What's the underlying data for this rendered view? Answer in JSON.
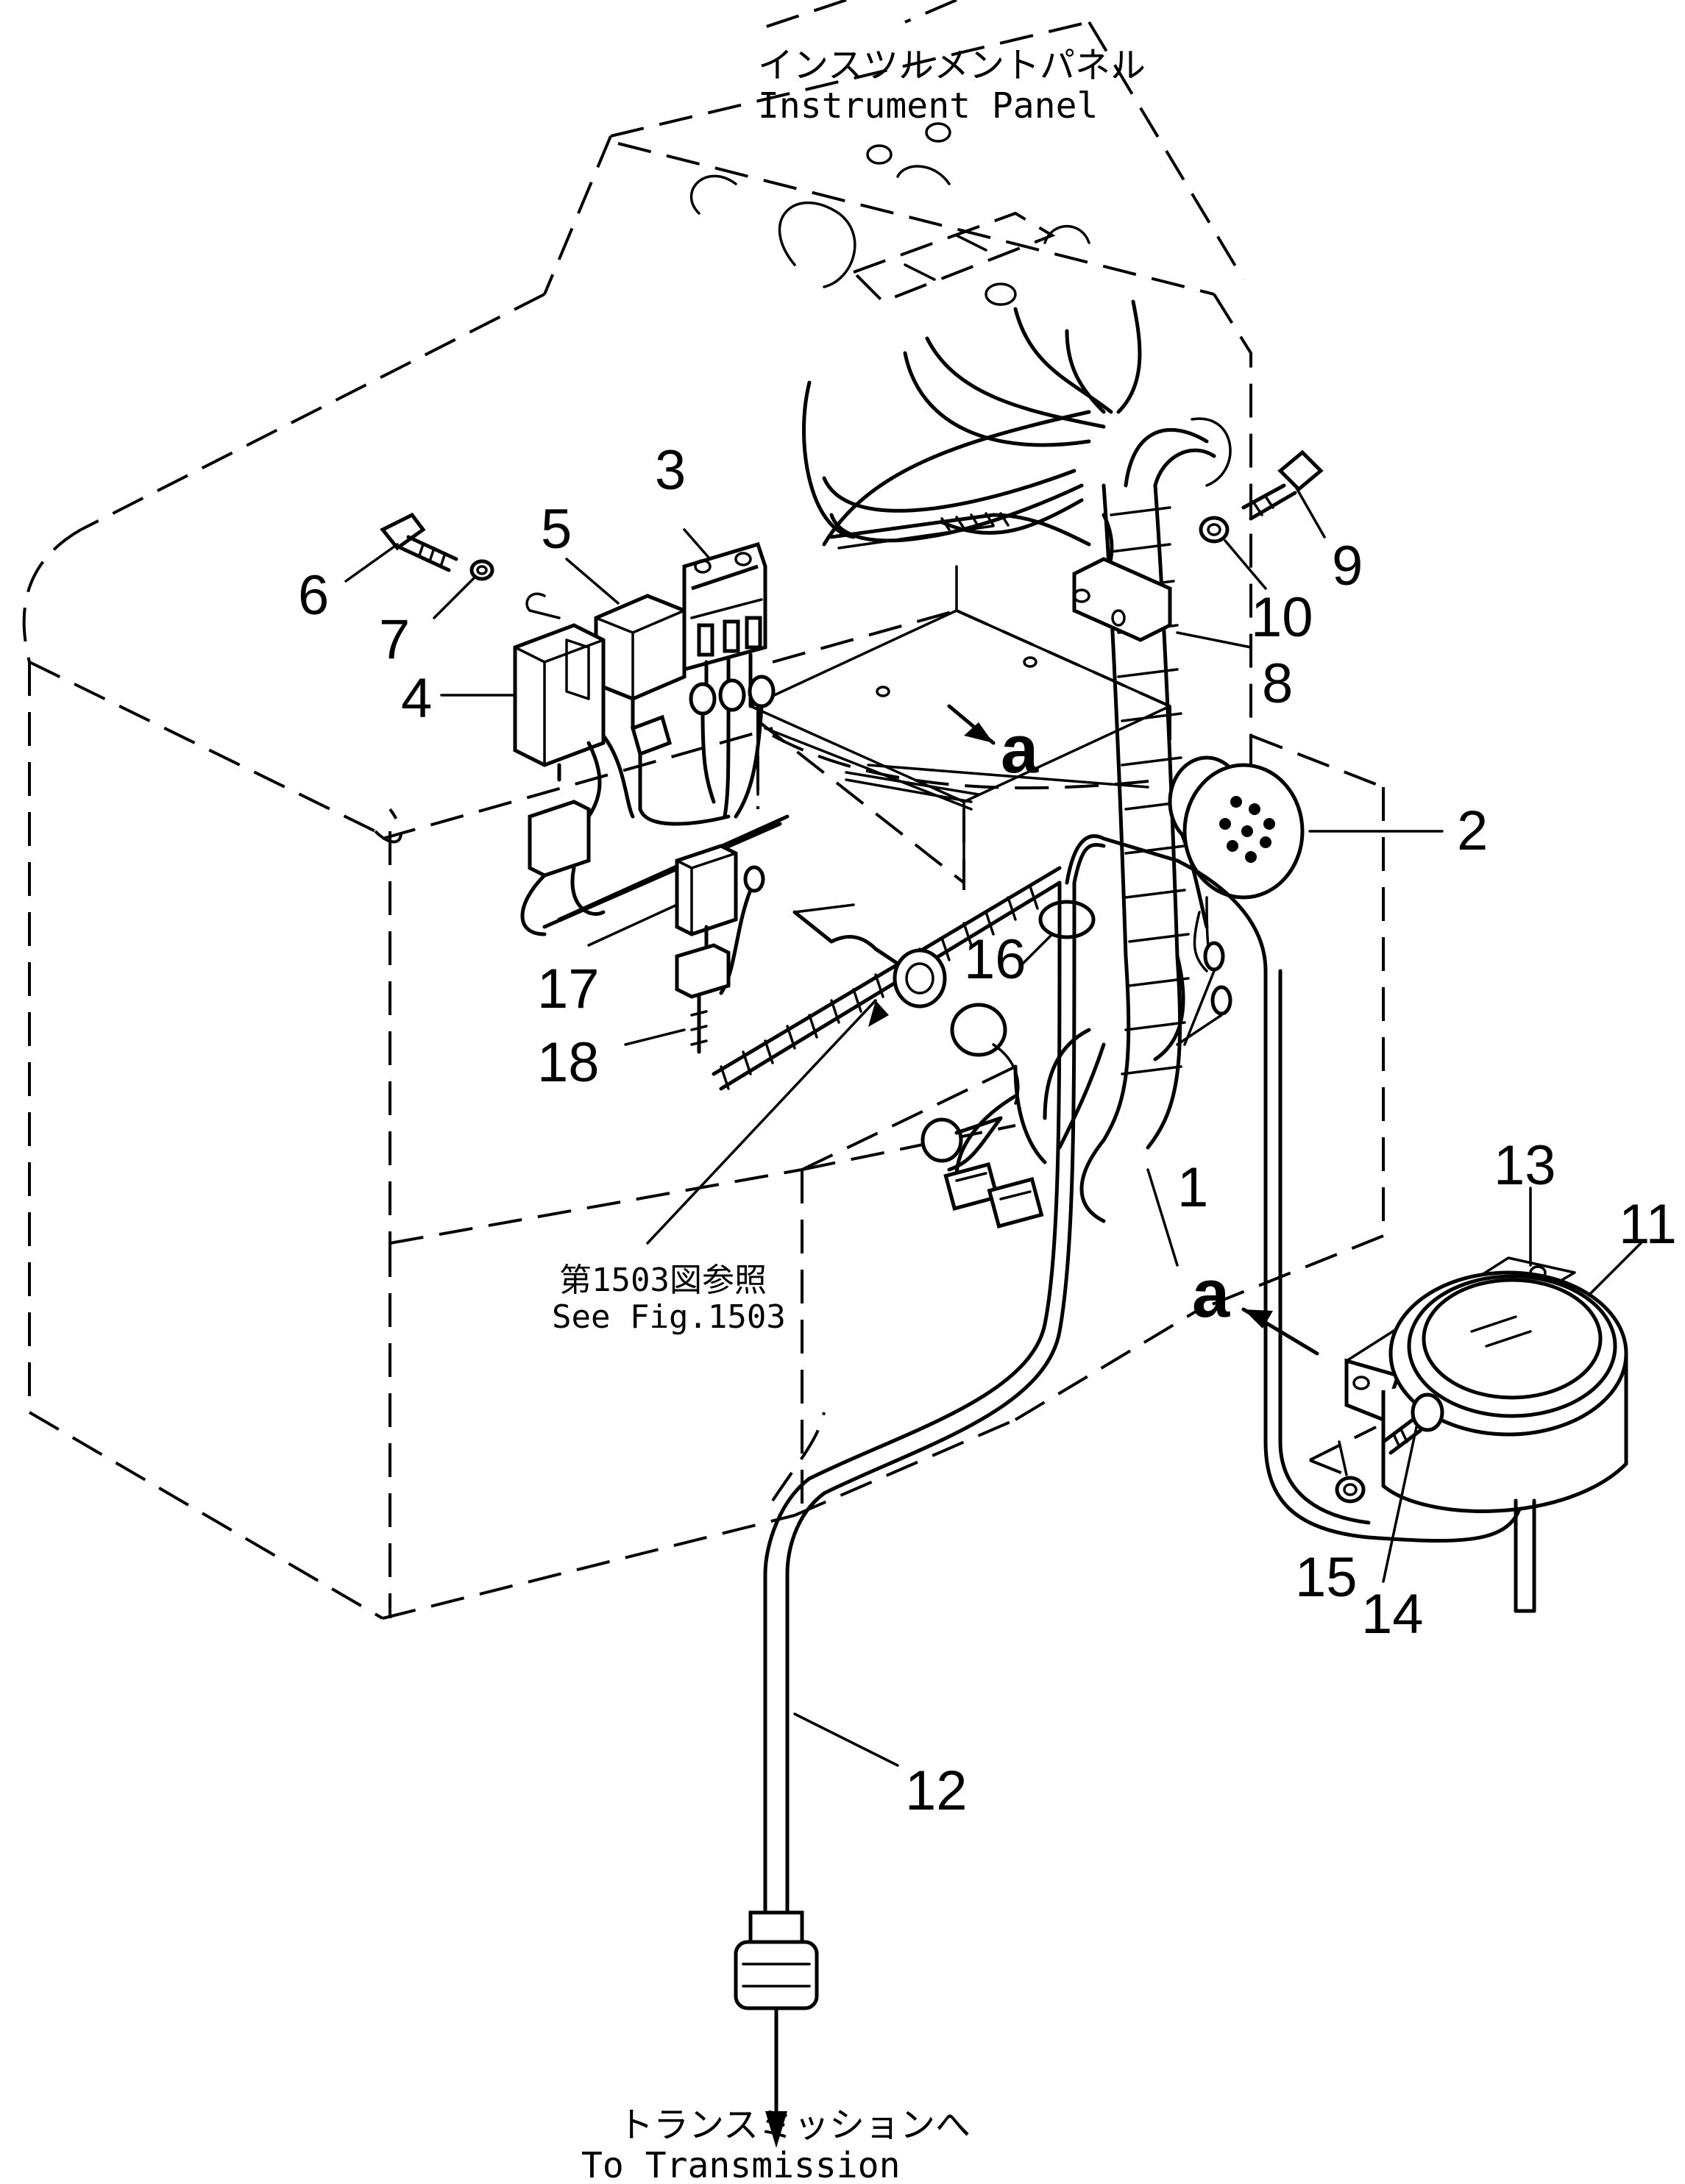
{
  "labels": {
    "instrument_panel_jp": "インスツルメントパネル",
    "instrument_panel_en": "Instrument Panel",
    "see_fig_jp": "第1503図参照",
    "see_fig_en": "See Fig.1503",
    "transmission_jp": "トランスミッションへ",
    "transmission_en": "To Transmission",
    "view_a_1": "a",
    "view_a_2": "a"
  },
  "parts": [
    {
      "id": "1",
      "label": "1"
    },
    {
      "id": "2",
      "label": "2"
    },
    {
      "id": "3",
      "label": "3"
    },
    {
      "id": "4",
      "label": "4"
    },
    {
      "id": "5",
      "label": "5"
    },
    {
      "id": "6",
      "label": "6"
    },
    {
      "id": "7",
      "label": "7"
    },
    {
      "id": "8",
      "label": "8"
    },
    {
      "id": "9",
      "label": "9"
    },
    {
      "id": "10",
      "label": "10"
    },
    {
      "id": "11",
      "label": "11"
    },
    {
      "id": "12",
      "label": "12"
    },
    {
      "id": "13",
      "label": "13"
    },
    {
      "id": "14",
      "label": "14"
    },
    {
      "id": "15",
      "label": "15"
    },
    {
      "id": "16",
      "label": "16"
    },
    {
      "id": "17",
      "label": "17"
    },
    {
      "id": "18",
      "label": "18"
    }
  ]
}
